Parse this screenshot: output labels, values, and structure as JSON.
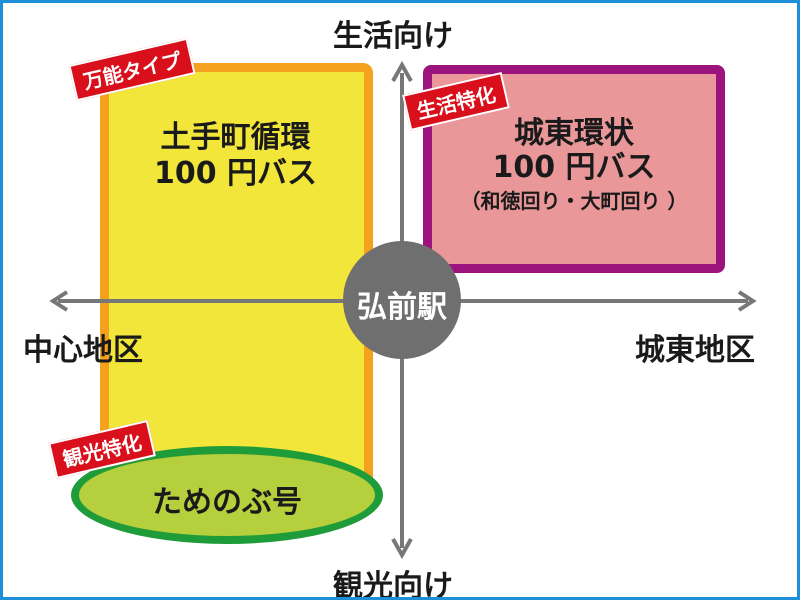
{
  "axes": {
    "top": "生活向け",
    "bottom": "観光向け",
    "left": "中心地区",
    "right": "城東地区"
  },
  "center": {
    "label": "弘前駅"
  },
  "routes": {
    "yellow": {
      "tag": "万能タイプ",
      "line1": "土手町循環",
      "line2": "100 円バス"
    },
    "pink": {
      "tag": "生活特化",
      "line1": "城東環状",
      "line2": "100 円バス",
      "line3": "（和徳回り・大町回り ）"
    },
    "green": {
      "tag": "観光特化",
      "name": "ためのぶ号"
    }
  },
  "colors": {
    "frame": "#1d8fd6",
    "yellow_fill": "#f2e63a",
    "yellow_border": "#f4a11e",
    "pink_fill": "#e99799",
    "pink_border": "#9c137e",
    "green_fill": "#b6cf3d",
    "green_border": "#1f9c3a",
    "tag": "#d9101c",
    "station": "#6f6f6f",
    "axis": "#777777"
  }
}
